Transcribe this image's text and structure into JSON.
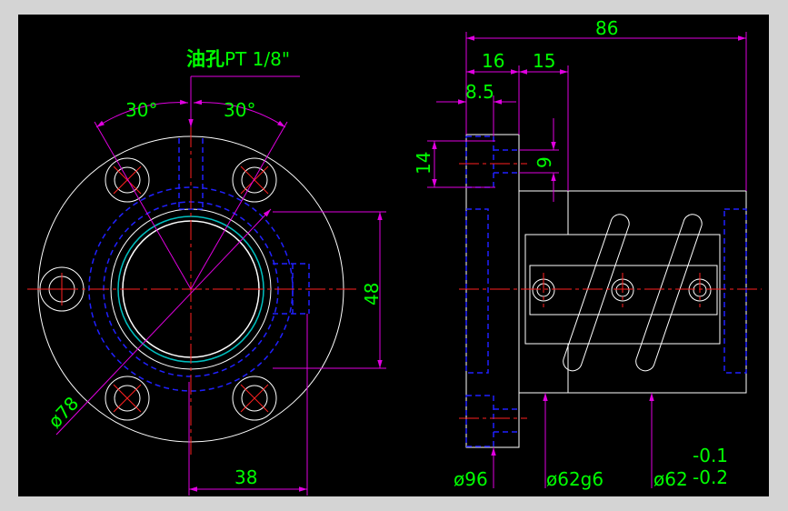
{
  "drawing": {
    "front_view": {
      "oil_hole_chinese": "油孔",
      "oil_hole_thread": "PT 1/8\"",
      "angle_left": "30°",
      "angle_right": "30°",
      "dim_height": "48",
      "dim_diameter": "ø78",
      "dim_width": "38"
    },
    "side_view": {
      "dim_total_length": "86",
      "dim_16": "16",
      "dim_15": "15",
      "dim_8_5": "8.5",
      "dim_14": "14",
      "dim_9": "9",
      "dim_flange_dia": "ø96",
      "dim_fit_dia": "ø62g6",
      "dim_body_dia": "ø62",
      "tol_upper": "-0.1",
      "tol_lower": "-0.2"
    }
  },
  "colors": {
    "background": "#000000",
    "outline": "#ffffff",
    "hidden": "#2020ff",
    "center": "#ff2020",
    "dimension": "#e000e0",
    "text": "#00ff00"
  }
}
